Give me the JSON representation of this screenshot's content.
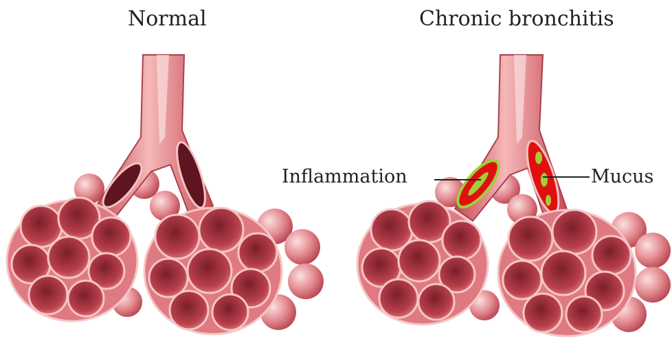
{
  "panels": {
    "left": {
      "title": "Normal"
    },
    "right": {
      "title": "Chronic bronchitis"
    }
  },
  "labels": {
    "inflammation": "Inflammation",
    "mucus": "Mucus"
  },
  "colors": {
    "tissue": "#d9646c",
    "tissue_light": "#f2aeb0",
    "tissue_dark": "#8a2a34",
    "alveolus_inner": "#b8404c",
    "inflamed": "#e01010",
    "mucus": "#9fcf3a",
    "background": "#ffffff"
  }
}
